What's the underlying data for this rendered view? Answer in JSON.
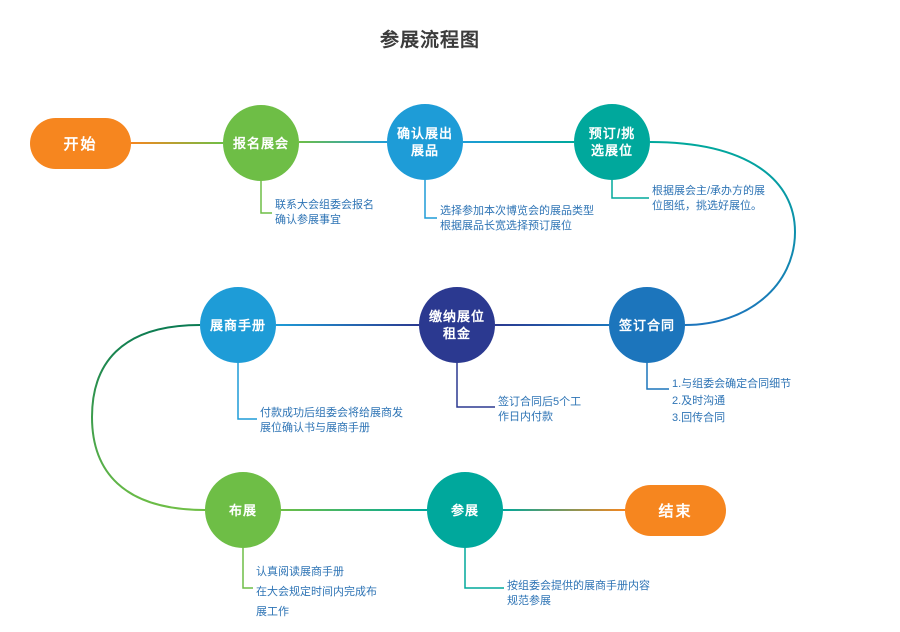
{
  "title": "参展流程图",
  "nodes": {
    "start": {
      "label": "开始"
    },
    "register": {
      "label": "报名展会"
    },
    "confirm": {
      "label": "确认展出\n展品"
    },
    "booth": {
      "label": "预订/挑\n选展位"
    },
    "manual": {
      "label": "展商手册"
    },
    "rent": {
      "label": "缴纳展位\n租金"
    },
    "contract": {
      "label": "签订合同"
    },
    "setup": {
      "label": "布展"
    },
    "attend": {
      "label": "参展"
    },
    "end": {
      "label": "结束"
    }
  },
  "notes": {
    "register": "联系大会组委会报名\n确认参展事宜",
    "confirm": "选择参加本次博览会的展品类型\n根据展品长宽选择预订展位",
    "booth": "根据展会主/承办方的展\n位图纸，挑选好展位。",
    "contract": "1.与组委会确定合同细节\n2.及时沟通\n3.回传合同",
    "rent": "签订合同后5个工\n作日内付款",
    "manual": "付款成功后组委会将给展商发\n展位确认书与展商手册",
    "setup": "认真阅读展商手册\n在大会规定时间内完成布\n展工作",
    "attend": "按组委会提供的展商手册内容\n规范参展"
  },
  "colors": {
    "orange": "#F6861F",
    "green": "#6EBE46",
    "blue": "#1E9CD7",
    "teal": "#00A89C",
    "navy": "#2B3990",
    "blue2": "#1C75BC",
    "dkgreen": "#0B7B52",
    "note_text": "#2E74B5",
    "title_text": "#3C3C3C"
  }
}
